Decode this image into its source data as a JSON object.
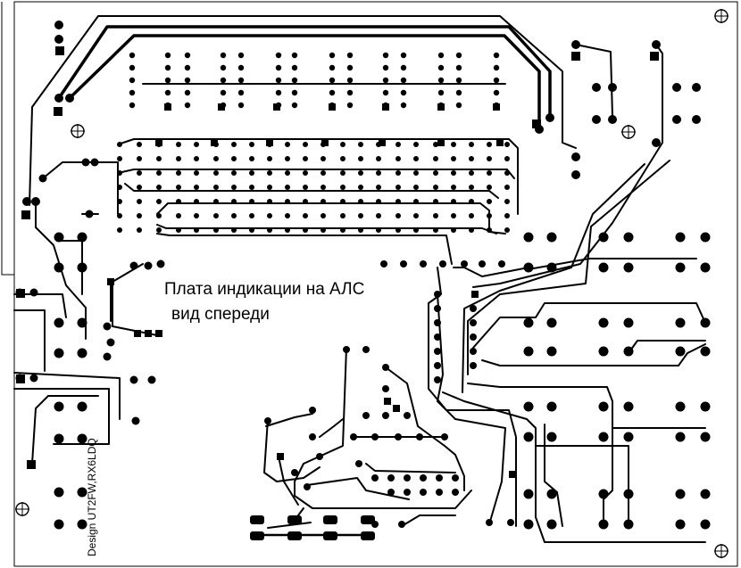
{
  "labels": {
    "title_line1": "Плата индикации на АЛС",
    "title_line2": "вид спереди",
    "credit": "Design UT2FW,RX6LDQ"
  },
  "colors": {
    "copper": "#000000",
    "background": "#ffffff"
  }
}
